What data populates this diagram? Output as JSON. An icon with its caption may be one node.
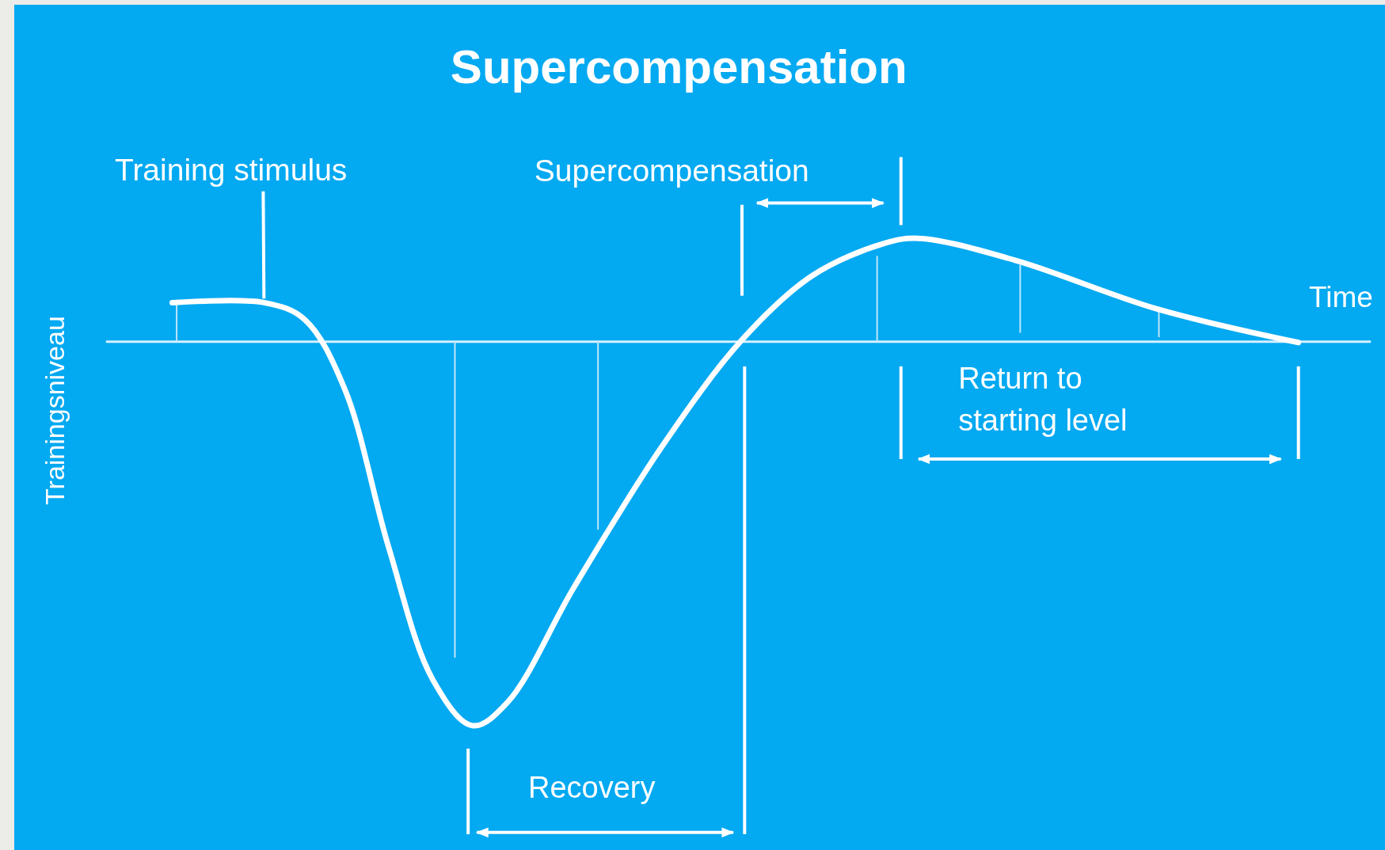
{
  "diagram": {
    "title": "Supercompensation",
    "nodes": [
      {
        "text": [
          "Training stimulus"
        ]
      },
      {
        "text": [],
        "shape": "curve"
      }
    ],
    "edges": [
      {
        "from": 0,
        "to": 1,
        "arrow": "none"
      }
    ],
    "labels": [
      "Supercompensation",
      "Time",
      "Trainingsniveau",
      "Return to starting level",
      "Recovery"
    ]
  }
}
